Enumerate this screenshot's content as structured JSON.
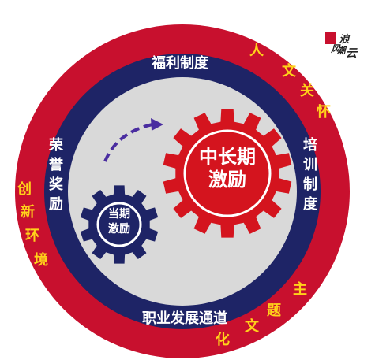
{
  "logo": {
    "chars": [
      "浪",
      "潮",
      "风",
      "云"
    ]
  },
  "inner_ring": {
    "top": "福利制度",
    "bottom": "职业发展通道",
    "left": [
      "荣",
      "誉",
      "奖",
      "励"
    ],
    "right": [
      "培",
      "训",
      "制",
      "度"
    ]
  },
  "outer_ring": {
    "top_right": [
      "人",
      "文",
      "关",
      "怀"
    ],
    "left": [
      "创",
      "新",
      "环",
      "境"
    ],
    "bottom_right": [
      "主",
      "题",
      "文",
      "化"
    ]
  },
  "gears": {
    "big": [
      "中长期",
      "激励"
    ],
    "small": [
      "当期",
      "激励"
    ]
  },
  "colors": {
    "outer_ring": "#c8102e",
    "inner_ring": "#1e2466",
    "center": "#d9d9d9",
    "outer_text": "#ffd21a",
    "inner_text": "#ffffff",
    "big_gear": "#d4141e",
    "small_gear": "#1e2466",
    "arrow": "#4a2da0"
  }
}
